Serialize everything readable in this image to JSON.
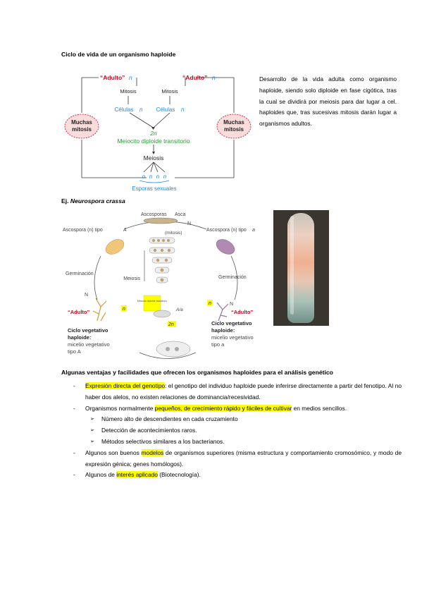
{
  "heading1": "Ciclo de vida de un organismo haploide",
  "diagram1": {
    "adult_left": "“Adulto”",
    "adult_right": "“Adulto”",
    "n": "n",
    "mitosis": "Mitosis",
    "cells": "Células",
    "two_n": "2n",
    "melocito": "Meiocito diploide transitorio",
    "meiosis": "Meiosis",
    "muchas": "Muchas",
    "mitosis_plural": "mitosis",
    "esporas": "Esporas sexuales",
    "colors": {
      "red": "#d0021b",
      "blue": "#1e88e5",
      "green": "#21a035",
      "bubble": "#fbdcdc"
    }
  },
  "description": "Desarrollo de la vida adulta como organismo haploide, siendo solo diploide en fase cigótica, tras la cual se dividirá por meiosis para dar lugar a cel. haploides que, tras sucesivas mitosis darán lugar a organismos adultos.",
  "example": {
    "prefix": "Ej. ",
    "species": "Neurospora crassa"
  },
  "diagram2": {
    "ascosporas": "Ascosporas",
    "asca": "Asca",
    "mitosis_paren": "(mitosis)",
    "ascospora_a_left": "Ascospora (n) tipo",
    "type_A": "A",
    "ascospora_a_right": "Ascospora (n) tipo",
    "type_a": "a",
    "germinacion": "Germinación",
    "meiosis": "Meiosis",
    "N": "N",
    "n": "n",
    "adulto": "“Adulto”",
    "melocito": "Meiocito diploide transitorio",
    "Aa": "A/a",
    "two_n": "2n",
    "left_caption_bold": [
      "Ciclo vegetativo",
      "haploide:"
    ],
    "left_caption": [
      "micelio vegetativo",
      "tipo A"
    ],
    "right_caption_bold": [
      "Ciclo vegetativo",
      "haploide:"
    ],
    "right_caption": [
      "micelio vegetativo",
      "tipo a"
    ]
  },
  "heading2": "Algunas ventajas y facilidades que ofrecen los organismos haploides para el análisis genético",
  "bullets": {
    "b1_hl": "Expresión directa del genotipo",
    "b1_rest": ": el genotipo del individuo haploide puede inferirse directamente a partir del fenotipo. Al no haber dos alelos, no existen relaciones de dominancia/recesividad.",
    "b2_pre": "Organismos normalmente ",
    "b2_hl": "pequeños, de crecimiento rápido y fáciles de cultivar",
    "b2_post": " en medios sencillos.",
    "sub": [
      "Número alto de descendientes en cada cruzamiento",
      "Detección de acontecimientos raros.",
      "Métodos selectivos similares a los bacterianos."
    ],
    "b3_pre": "Algunos son buenos ",
    "b3_hl": "modelos",
    "b3_post": " de organismos superiores (misma estructura y comportamiento cromosómico, y modo de expresión génica; genes homólogos).",
    "b4_pre": "Algunos de ",
    "b4_hl": "interés aplicado",
    "b4_post": " (Biotecnología)."
  }
}
